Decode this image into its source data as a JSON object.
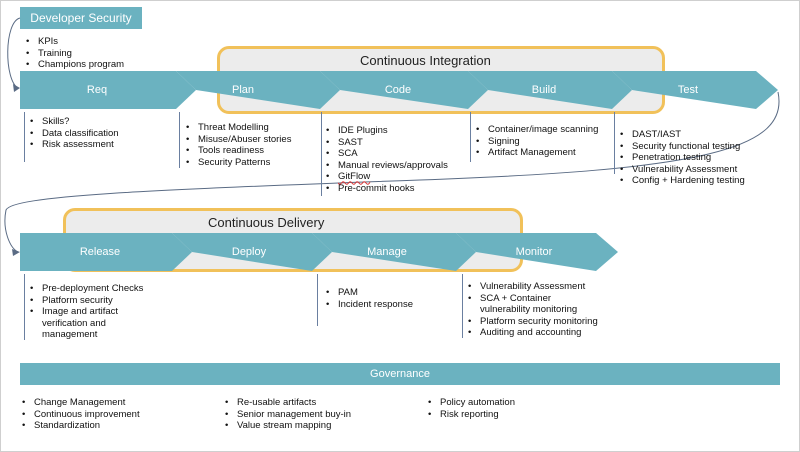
{
  "developer_security": {
    "title": "Developer Security",
    "items": [
      "KPIs",
      "Training",
      "Champions program"
    ]
  },
  "groups": {
    "ci": "Continuous Integration",
    "cd": "Continuous Delivery"
  },
  "row1": [
    {
      "label": "Req",
      "items": [
        "Skills?",
        "Data classification",
        "Risk assessment"
      ]
    },
    {
      "label": "Plan",
      "items": [
        "Threat Modelling",
        "Misuse/Abuser stories",
        "Tools readiness",
        "Security Patterns"
      ]
    },
    {
      "label": "Code",
      "items": [
        "IDE Plugins",
        "SAST",
        "SCA",
        "Manual reviews/approvals",
        "GitFlow",
        "Pre-commit hooks"
      ]
    },
    {
      "label": "Build",
      "items": [
        "Container/image scanning",
        "Signing",
        "Artifact Management"
      ]
    },
    {
      "label": "Test",
      "items": [
        "DAST/IAST",
        "Security functional testing",
        "Penetration testing",
        "Vulnerability Assessment",
        "Config + Hardening testing"
      ]
    }
  ],
  "row2": [
    {
      "label": "Release",
      "items": [
        "Pre-deployment Checks",
        "Platform security",
        "Image and artifact",
        "verification and",
        "management"
      ]
    },
    {
      "label": "Deploy",
      "items": []
    },
    {
      "label": "Manage",
      "items": [
        "PAM",
        "Incident response"
      ]
    },
    {
      "label": "Monitor",
      "items": [
        "Vulnerability Assessment",
        "SCA + Container",
        "vulnerability monitoring",
        "Platform security monitoring",
        "Auditing and accounting"
      ]
    }
  ],
  "governance": {
    "title": "Governance",
    "columns": [
      [
        "Change Management",
        "Continuous improvement",
        "Standardization"
      ],
      [
        "Re-usable artifacts",
        "Senior management buy-in",
        "Value stream mapping"
      ],
      [
        "Policy automation",
        "Risk reporting"
      ]
    ]
  },
  "colors": {
    "arrow": "#6bb2c0",
    "group_border": "#f1c15a",
    "group_fill": "#ececec"
  }
}
